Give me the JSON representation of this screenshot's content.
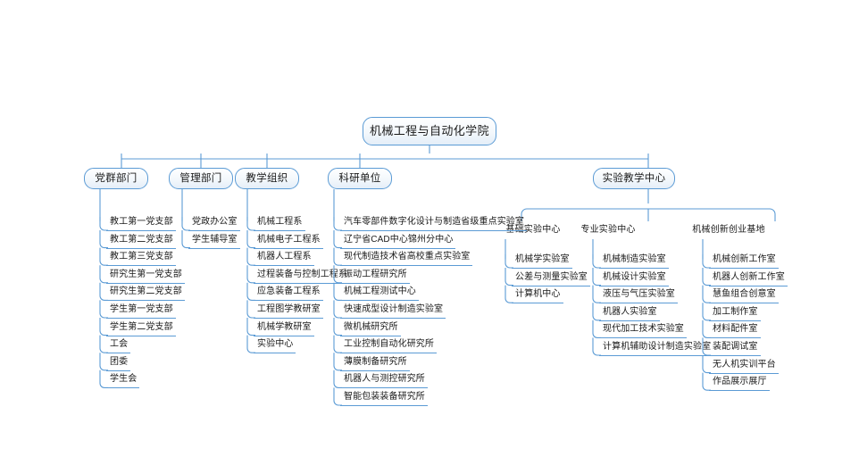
{
  "diagram": {
    "title": "机械工程与自动化学院",
    "type": "organization-chart",
    "accent_color": "#5b9bd5",
    "node_fill": "#e8f1f9",
    "text_color": "#1a1a1a",
    "background": "#ffffff"
  },
  "root": {
    "label": "机械工程与自动化学院"
  },
  "branches": [
    {
      "id": "dangqun",
      "label": "党群部门",
      "children": [
        "教工第一党支部",
        "教工第二党支部",
        "教工第三党支部",
        "研究生第一党支部",
        "研究生第二党支部",
        "学生第一党支部",
        "学生第二党支部",
        "工会",
        "团委",
        "学生会"
      ]
    },
    {
      "id": "guanli",
      "label": "管理部门",
      "children": [
        "党政办公室",
        "学生辅导室"
      ]
    },
    {
      "id": "jiaoxue",
      "label": "教学组织",
      "children": [
        "机械工程系",
        "机械电子工程系",
        "机器人工程系",
        "过程装备与控制工程系",
        "应急装备工程系",
        "工程图学教研室",
        "机械学教研室",
        "实验中心"
      ]
    },
    {
      "id": "keyan",
      "label": "科研单位",
      "children": [
        "汽车零部件数字化设计与制造省级重点实验室",
        "辽宁省CAD中心锦州分中心",
        "现代制造技术省高校重点实验室",
        "振动工程研究所",
        "机械工程测试中心",
        "快速成型设计制造实验室",
        "微机械研究所",
        "工业控制自动化研究所",
        "薄膜制备研究所",
        "机器人与测控研究所",
        "智能包装装备研究所"
      ]
    },
    {
      "id": "shiyan",
      "label": "实验教学中心",
      "subcenters": [
        {
          "id": "jichu",
          "label": "基础实验中心",
          "children": [
            "机械学实验室",
            "公差与测量实验室",
            "计算机中心"
          ]
        },
        {
          "id": "zhuanye",
          "label": "专业实验中心",
          "children": [
            "机械制造实验室",
            "机械设计实验室",
            "液压与气压实验室",
            "机器人实验室",
            "现代加工技术实验室",
            "计算机辅助设计制造实验室"
          ]
        },
        {
          "id": "chuangxin",
          "label": "机械创新创业基地",
          "children": [
            "机械创新工作室",
            "机器人创新工作室",
            "慧鱼组合创意室",
            "加工制作室",
            "材料配件室",
            "装配调试室",
            "无人机实训平台",
            "作品展示展厅"
          ]
        }
      ]
    }
  ]
}
